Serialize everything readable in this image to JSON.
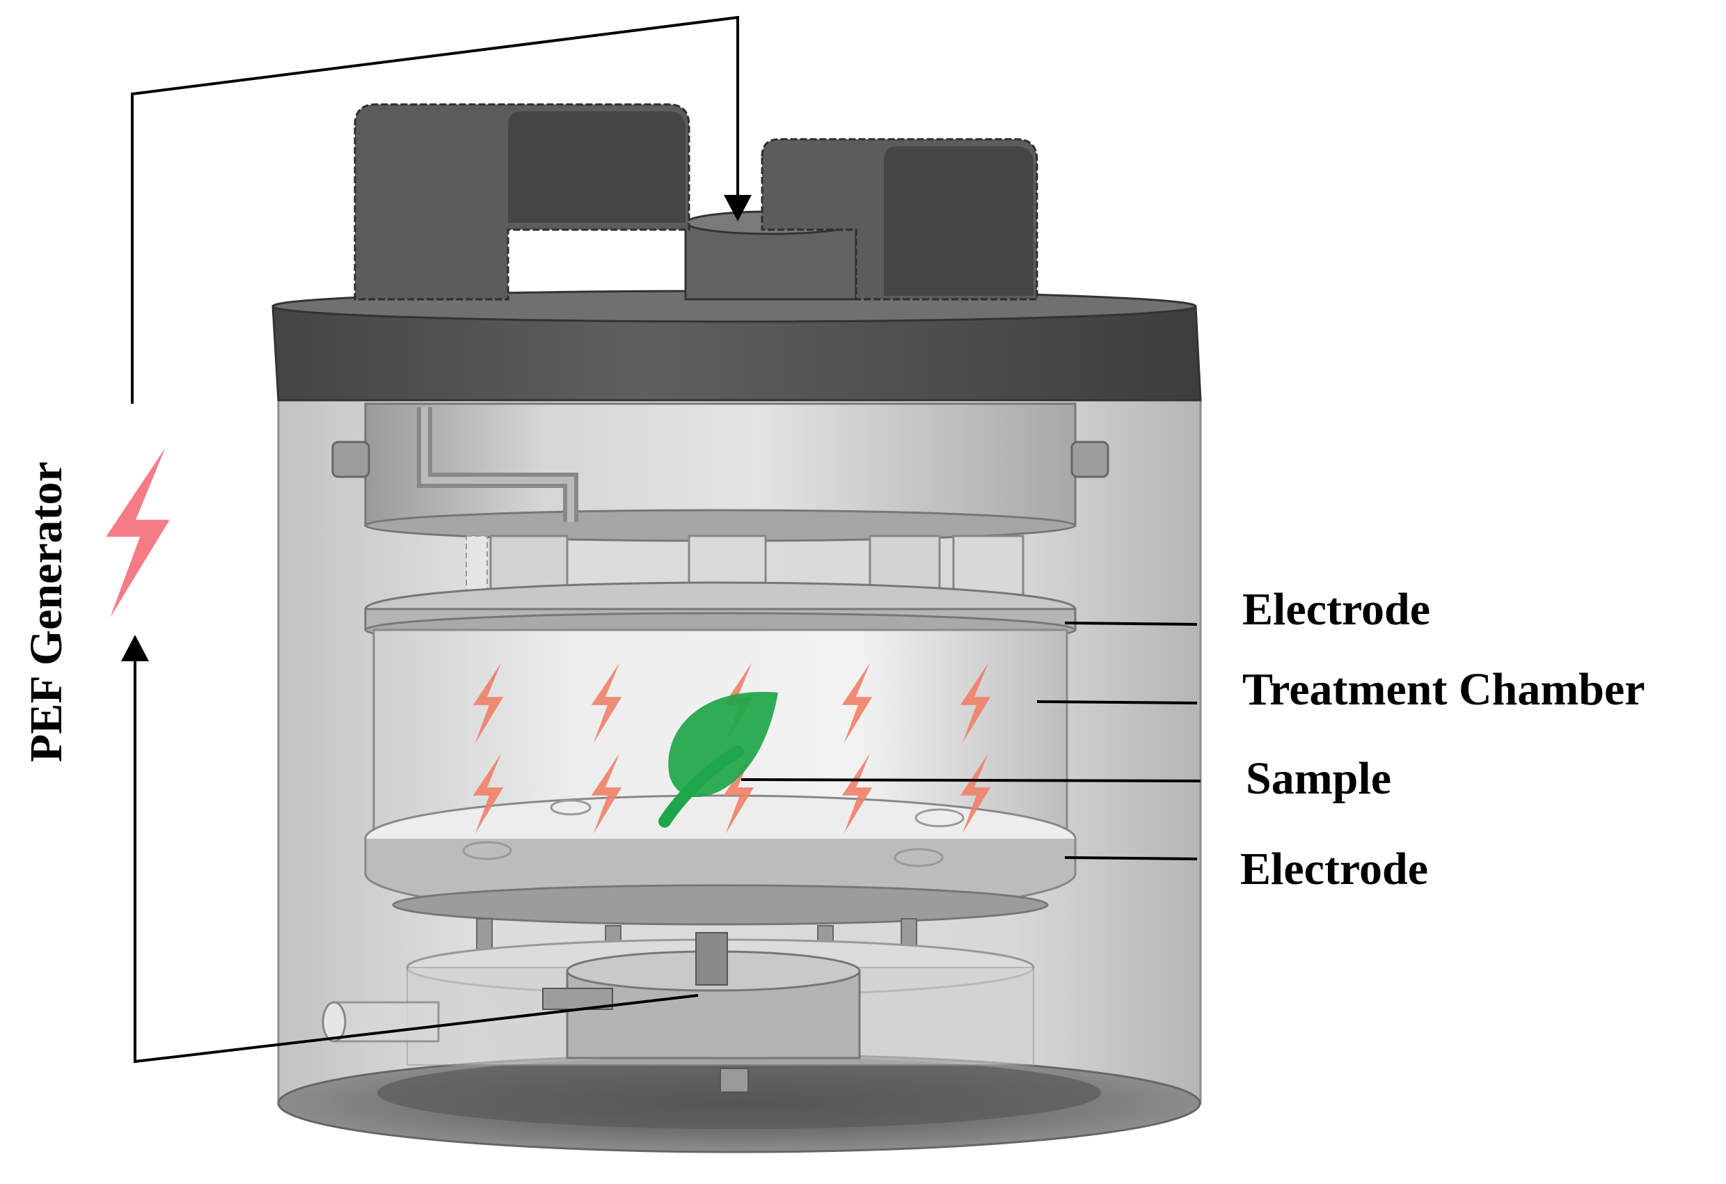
{
  "diagram": {
    "generator_label": "PEF Generator",
    "labels": [
      {
        "id": "electrode-top",
        "text": "Electrode"
      },
      {
        "id": "treatment-chamber",
        "text": "Treatment Chamber"
      },
      {
        "id": "sample",
        "text": "Sample"
      },
      {
        "id": "electrode-bottom",
        "text": "Electrode"
      }
    ],
    "icons": {
      "generator": "lightning-bolt-icon",
      "field": "lightning-bolt-icon",
      "sample": "leaf-icon"
    },
    "colors": {
      "bolt_generator": "#f57c86",
      "bolt_field": "#f08068",
      "leaf": "#1fa64a",
      "wire": "#000000",
      "cap_dark": "#505050",
      "body_grey": "#c9c9c9"
    }
  }
}
